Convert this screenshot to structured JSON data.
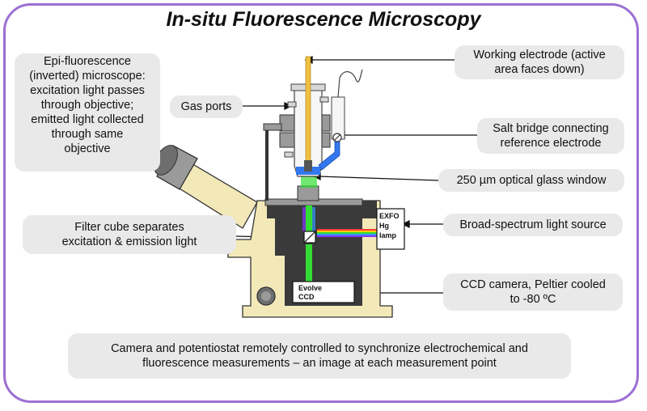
{
  "title": "In-situ Fluorescence Microscopy",
  "callouts": {
    "epi": [
      "Epi-fluorescence",
      "(inverted) microscope:",
      "excitation light passes",
      "through objective;",
      "emitted light collected",
      "through same",
      "objective"
    ],
    "gas_ports": "Gas ports",
    "working_electrode": [
      "Working electrode (active",
      "area faces down)"
    ],
    "salt_bridge": [
      "Salt bridge connecting",
      "reference electrode"
    ],
    "glass_window": "250 µm optical glass window",
    "filter_cube": [
      "Filter cube separates",
      "excitation & emission light"
    ],
    "light_source": "Broad-spectrum light source",
    "ccd": [
      "CCD camera, Peltier cooled",
      "to -80 ºC"
    ],
    "footer": [
      "Camera and potentiostat remotely controlled to synchronize electrochemical and",
      "fluorescence measurements – an image at each measurement point"
    ]
  },
  "instrument_labels": {
    "lamp": [
      "EXFO",
      "Hg",
      "lamp"
    ],
    "camera": [
      "Evolve",
      "CCD"
    ]
  },
  "colors": {
    "frame": "#9b6fd3",
    "callout_bg": "#e9e9e9",
    "microscope_body": "#f3e8b8",
    "emission_green": "#33dd33"
  }
}
